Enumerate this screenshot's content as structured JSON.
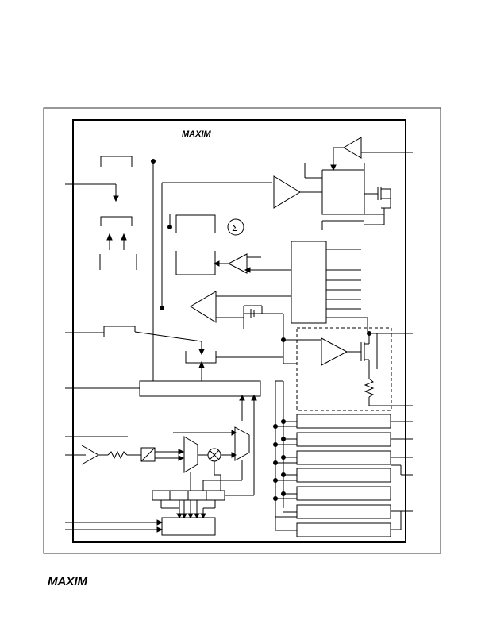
{
  "header_logo": {
    "text": "MAXIM"
  },
  "footer_logo": {
    "text": "MAXIM"
  },
  "summing_node": {
    "symbol": "Σ"
  },
  "colors": {
    "ink": "#000000",
    "paper": "#ffffff",
    "frame": "#333333"
  }
}
